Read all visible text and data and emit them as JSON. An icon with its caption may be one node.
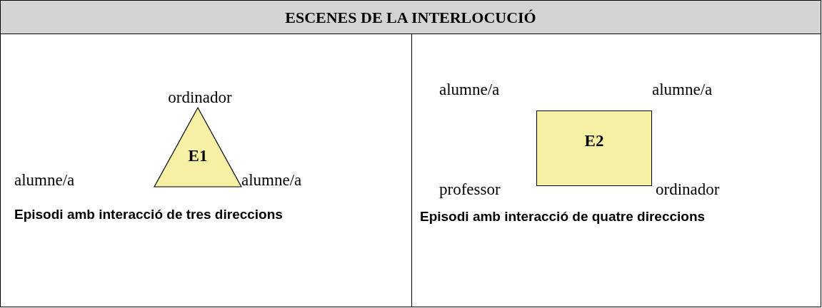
{
  "diagram": {
    "title": "ESCENES DE LA INTERLOCUCIÓ",
    "nodes": [
      {
        "text": [
          "E1"
        ]
      },
      {
        "text": [
          "E2"
        ]
      }
    ],
    "labels": [
      "ordinador",
      "alumne/a",
      "alumne/a",
      "Episodi amb interacció de tres direccions",
      "alumne/a",
      "alumne/a",
      "professor",
      "ordinador",
      "Episodi amb interacció de quatre direccions"
    ]
  }
}
